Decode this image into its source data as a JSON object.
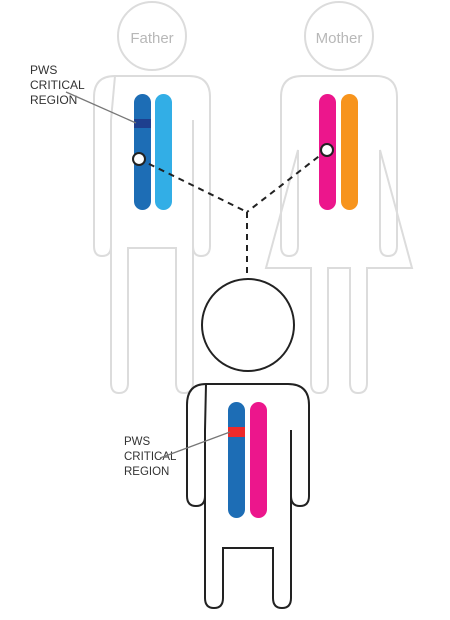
{
  "parents": {
    "father_label": "Father",
    "mother_label": "Mother"
  },
  "labels": {
    "top_line1": "PWS",
    "top_line2": "CRITICAL",
    "top_line3": "REGION",
    "bottom_line1": "PWS",
    "bottom_line2": "CRITICAL",
    "bottom_line3": "REGION"
  },
  "colors": {
    "father_chromosome_dark": "#1d6db5",
    "father_chromosome_light": "#32aee6",
    "father_critical_band": "#1e3f8e",
    "mother_chromosome_magenta": "#ec168c",
    "mother_chromosome_orange": "#f7941d",
    "child_critical_band": "#ee2a2a",
    "parent_outline": "#dcdcdc",
    "child_outline": "#222222"
  }
}
